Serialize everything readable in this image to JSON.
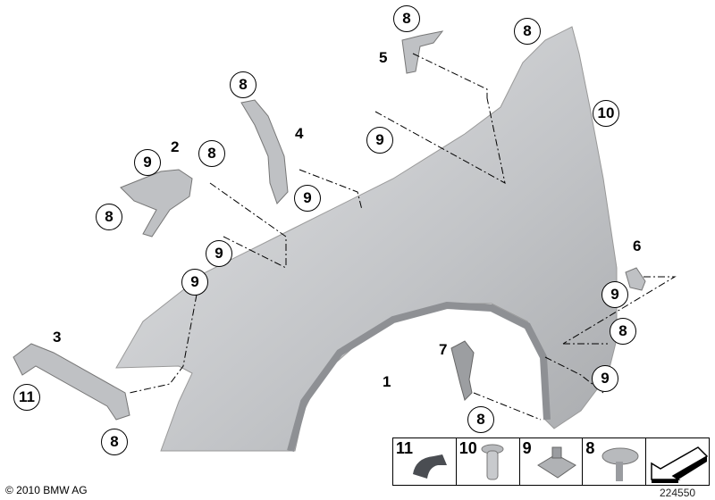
{
  "callouts": {
    "c1": "8",
    "c2": "8",
    "c3": "10",
    "c4": "8",
    "c5": "9",
    "c6": "9",
    "c7": "8",
    "c8": "8",
    "c9": "9",
    "c10": "9",
    "c11": "9",
    "c12": "9",
    "c13": "8",
    "c14": "9",
    "c15": "11",
    "c16": "8",
    "c17": "8"
  },
  "labels": {
    "p1": "1",
    "p2": "2",
    "p3": "3",
    "p4": "4",
    "p5": "5",
    "p6": "6",
    "p7": "7"
  },
  "legend": [
    {
      "num": "11"
    },
    {
      "num": "10"
    },
    {
      "num": "9"
    },
    {
      "num": "8"
    }
  ],
  "copyright": "© 2010 BMW AG",
  "image_number": "224550",
  "colors": {
    "part": "#c4c6c9",
    "part_dark": "#8e9094",
    "line": "#000000"
  }
}
